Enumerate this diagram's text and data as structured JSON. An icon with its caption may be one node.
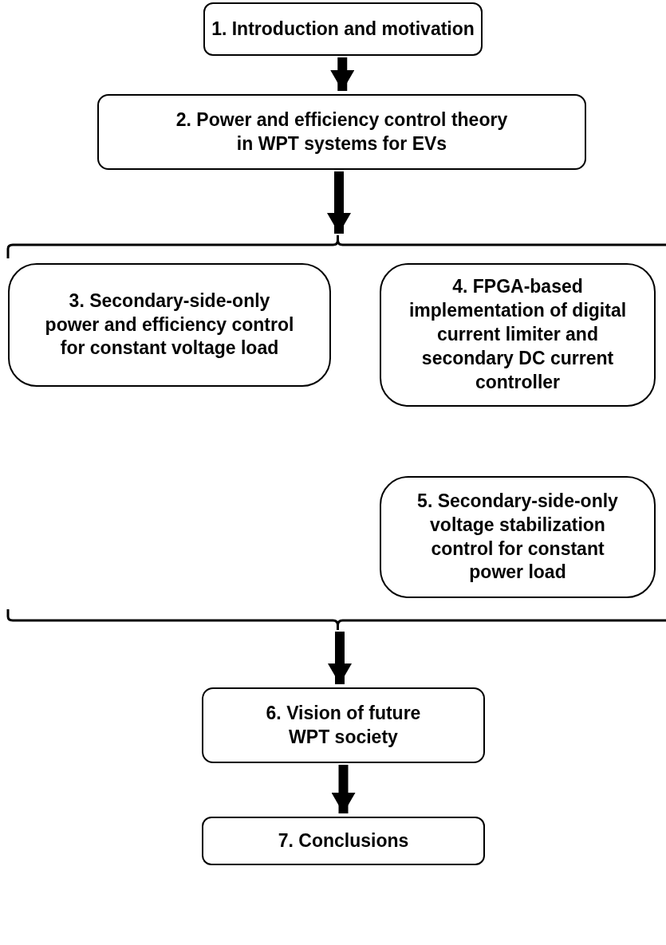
{
  "diagram": {
    "nodes": [
      {
        "text": [
          "1. Introduction and motivation"
        ]
      },
      {
        "text": [
          "2. Power and efficiency control theory in WPT systems for EVs"
        ]
      },
      {
        "text": [],
        "shape": "bracket"
      },
      {
        "text": [
          "3. Secondary-side-only power and efficiency control for constant voltage load"
        ]
      },
      {
        "text": [
          "4. FPGA-based implementation of digital current limiter and secondary DC current controller"
        ]
      },
      {
        "text": [
          "5. Secondary-side-only voltage stabilization control for constant power load"
        ]
      },
      {
        "text": [],
        "shape": "bracket"
      },
      {
        "text": [
          "6. Vision of future WPT society"
        ]
      },
      {
        "text": [
          "7. Conclusions"
        ]
      }
    ],
    "edges": [
      {
        "from": 0,
        "to": 1,
        "arrow": "to"
      },
      {
        "from": 1,
        "to": 2,
        "arrow": "to"
      },
      {
        "from": 6,
        "to": 7,
        "arrow": "to"
      },
      {
        "from": 7,
        "to": 8,
        "arrow": "to"
      }
    ]
  }
}
